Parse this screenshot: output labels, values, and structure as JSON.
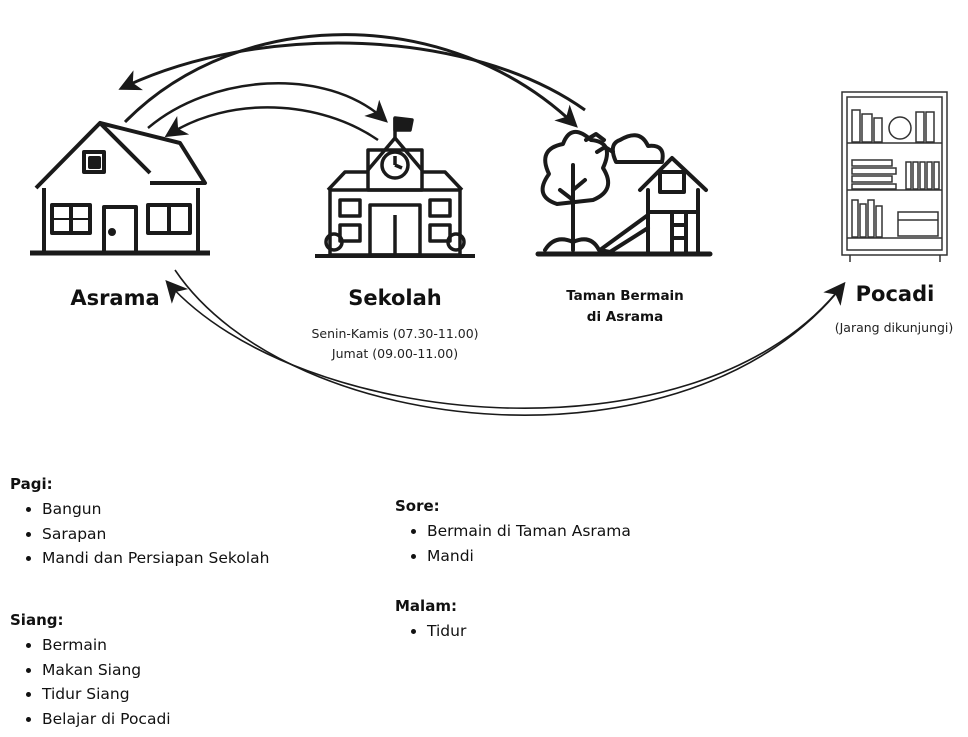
{
  "places": {
    "asrama": {
      "label": "Asrama"
    },
    "sekolah": {
      "label": "Sekolah",
      "schedule_line1": "Senin-Kamis (07.30-11.00)",
      "schedule_line2": "Jumat (09.00-11.00)"
    },
    "taman": {
      "label_line1": "Taman Bermain",
      "label_line2": "di Asrama"
    },
    "pocadi": {
      "label": "Pocadi",
      "note": "(Jarang dikunjungi)"
    }
  },
  "schedule": {
    "pagi": {
      "title": "Pagi:",
      "items": [
        "Bangun",
        "Sarapan",
        "Mandi dan Persiapan Sekolah"
      ]
    },
    "siang": {
      "title": "Siang:",
      "items": [
        "Bermain",
        "Makan Siang",
        "Tidur Siang",
        "Belajar di Pocadi"
      ]
    },
    "sore": {
      "title": "Sore:",
      "items": [
        "Bermain di Taman Asrama",
        "Mandi"
      ]
    },
    "malam": {
      "title": "Malam:",
      "items": [
        "Tidur"
      ]
    }
  },
  "icons": [
    "house-icon",
    "school-icon",
    "playground-icon",
    "bookshelf-icon"
  ]
}
